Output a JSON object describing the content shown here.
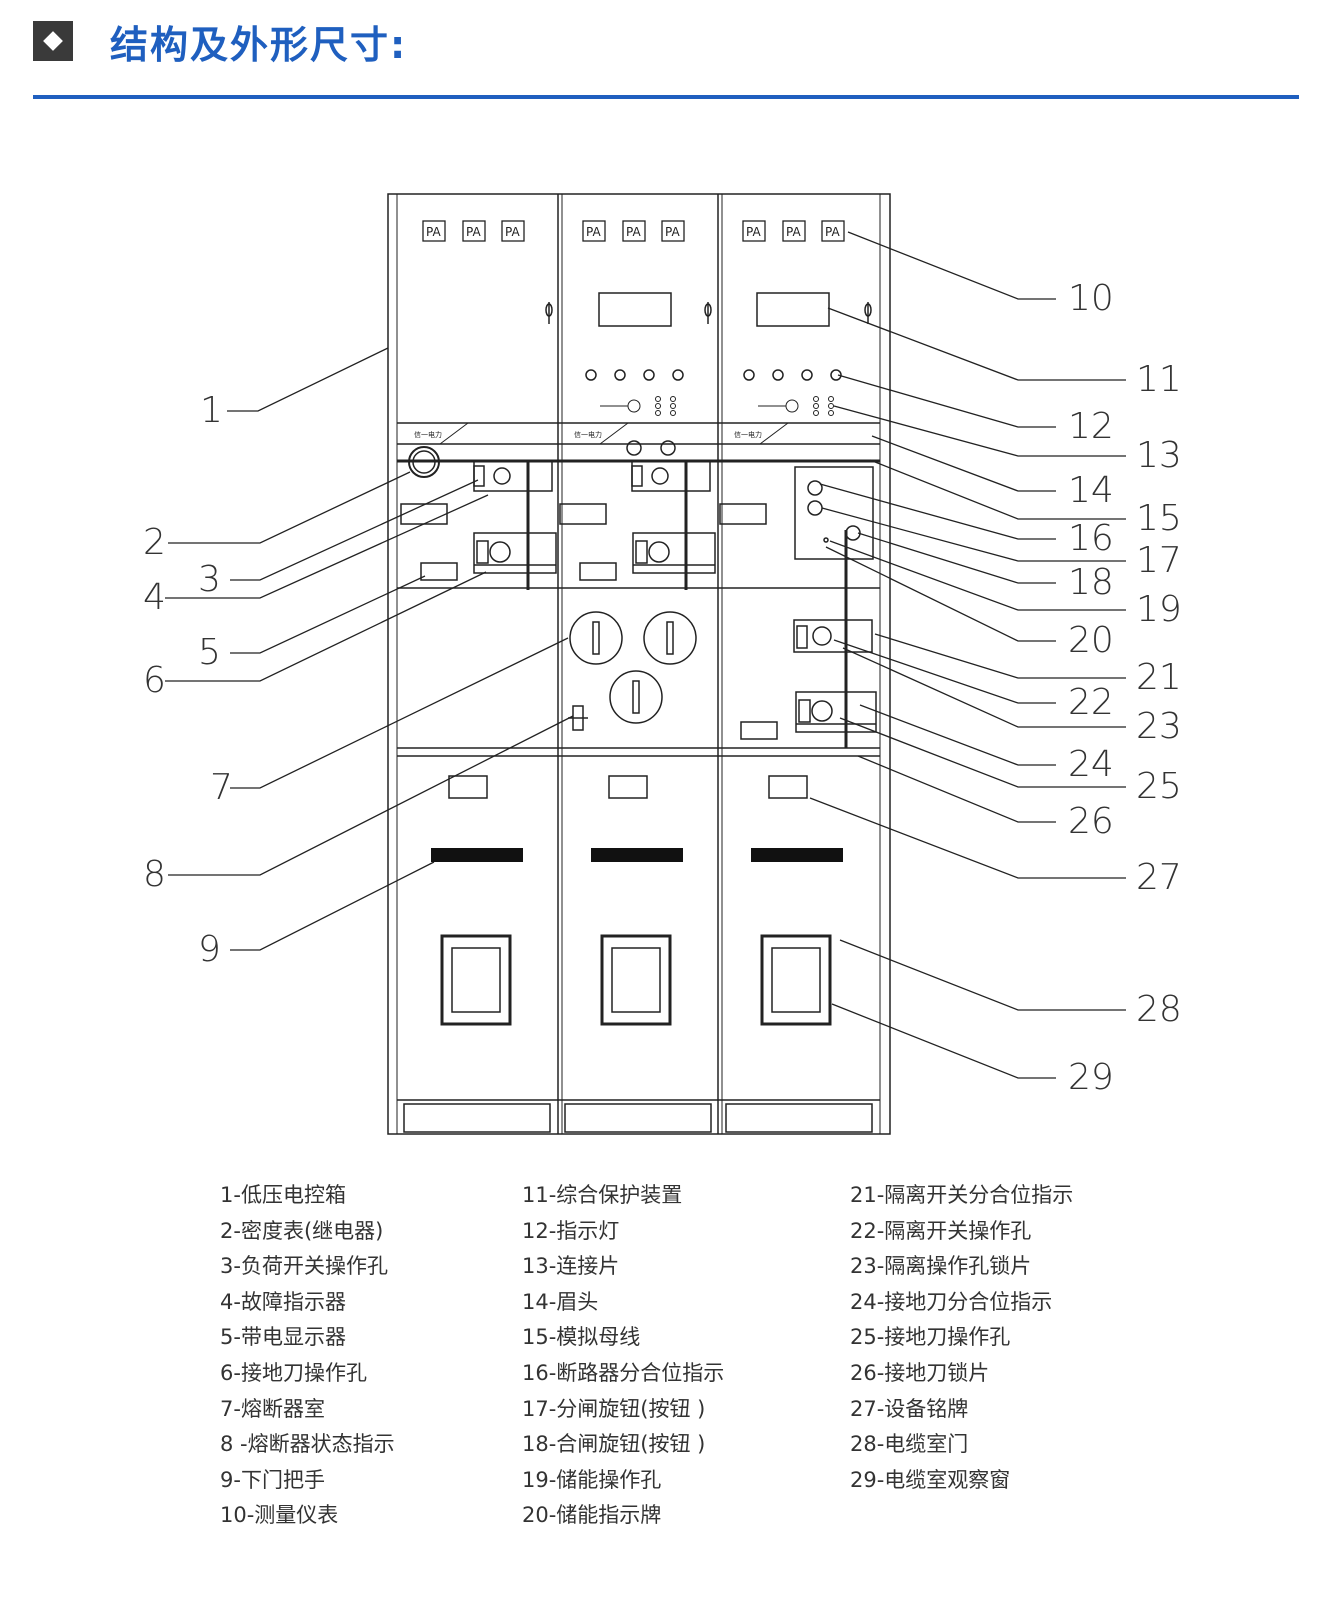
{
  "header": {
    "title": "结构及外形尺寸:"
  },
  "panel_text": {
    "meter_label": "PA",
    "brand_label": "信一电力"
  },
  "callouts": [
    "1",
    "2",
    "3",
    "4",
    "5",
    "6",
    "7",
    "8",
    "9",
    "10",
    "11",
    "12",
    "13",
    "14",
    "15",
    "16",
    "17",
    "18",
    "19",
    "20",
    "21",
    "22",
    "23",
    "24",
    "25",
    "26",
    "27",
    "28",
    "29"
  ],
  "legend": {
    "col1": [
      "1-低压电控箱",
      "2-密度表(继电器)",
      "3-负荷开关操作孔",
      "4-故障指示器",
      "5-带电显示器",
      "6-接地刀操作孔",
      "7-熔断器室",
      "8 -熔断器状态指示",
      "9-下门把手",
      "10-测量仪表"
    ],
    "col2": [
      "11-综合保护装置",
      "12-指示灯",
      "13-连接片",
      "14-眉头",
      "15-模拟母线",
      "16-断路器分合位指示",
      "17-分闸旋钮(按钮 )",
      "18-合闸旋钮(按钮 )",
      "19-储能操作孔",
      "20-储能指示牌"
    ],
    "col3": [
      "21-隔离开关分合位指示",
      "22-隔离开关操作孔",
      "23-隔离操作孔锁片",
      "24-接地刀分合位指示",
      "25-接地刀操作孔",
      "26-接地刀锁片",
      "27-设备铭牌",
      "28-电缆室门",
      "29-电缆室观察窗"
    ]
  },
  "colors": {
    "accent": "#1f5fbf",
    "line": "#222222",
    "text": "#333333"
  }
}
